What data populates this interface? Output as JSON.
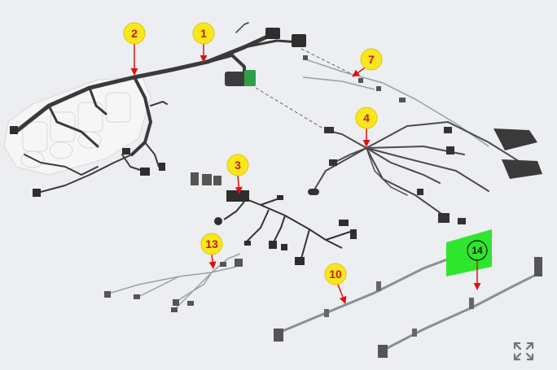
{
  "callouts": {
    "c1": "1",
    "c2": "2",
    "c3": "3",
    "c4": "4",
    "c7": "7",
    "c10": "10",
    "c13": "13",
    "c14": "14"
  },
  "colors": {
    "background": "#eceef1",
    "callout_fill": "#f7e81c",
    "callout_text": "#c81818",
    "arrow": "#e01010",
    "highlight": "#2ee62e",
    "harness_dark": "#3a3a3a",
    "harness_light": "#8a8f96"
  },
  "icons": {
    "expand": "fullscreen-expand-icon"
  }
}
